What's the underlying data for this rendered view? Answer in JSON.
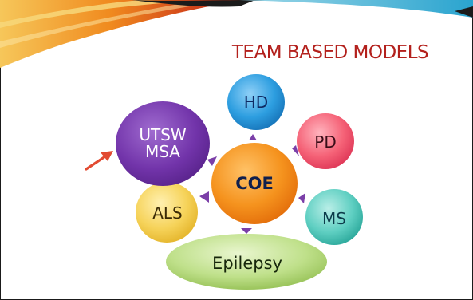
{
  "slide": {
    "title": "TEAM BASED MODELS"
  },
  "diagram": {
    "center": {
      "label": "COE"
    },
    "nodes": {
      "hd": {
        "label": "HD"
      },
      "pd": {
        "label": "PD"
      },
      "ms": {
        "label": "MS"
      },
      "epilepsy": {
        "label": "Epilepsy"
      },
      "als": {
        "label": "ALS"
      },
      "utsw": {
        "line1": "UTSW",
        "line2": "MSA"
      }
    },
    "pointer_arrow_icon": "arrow-pointing-to-utsw-msa"
  },
  "colors": {
    "title": "#b3201c",
    "center": "#f5931e",
    "hd": "#1f8fd6",
    "pd": "#f24f6a",
    "ms": "#2fb5a8",
    "epilepsy": "#a7cc5f",
    "als": "#f0c53a",
    "utsw": "#6a2f9e",
    "connector": "#7b3fa8",
    "pointer": "#e24b32"
  }
}
